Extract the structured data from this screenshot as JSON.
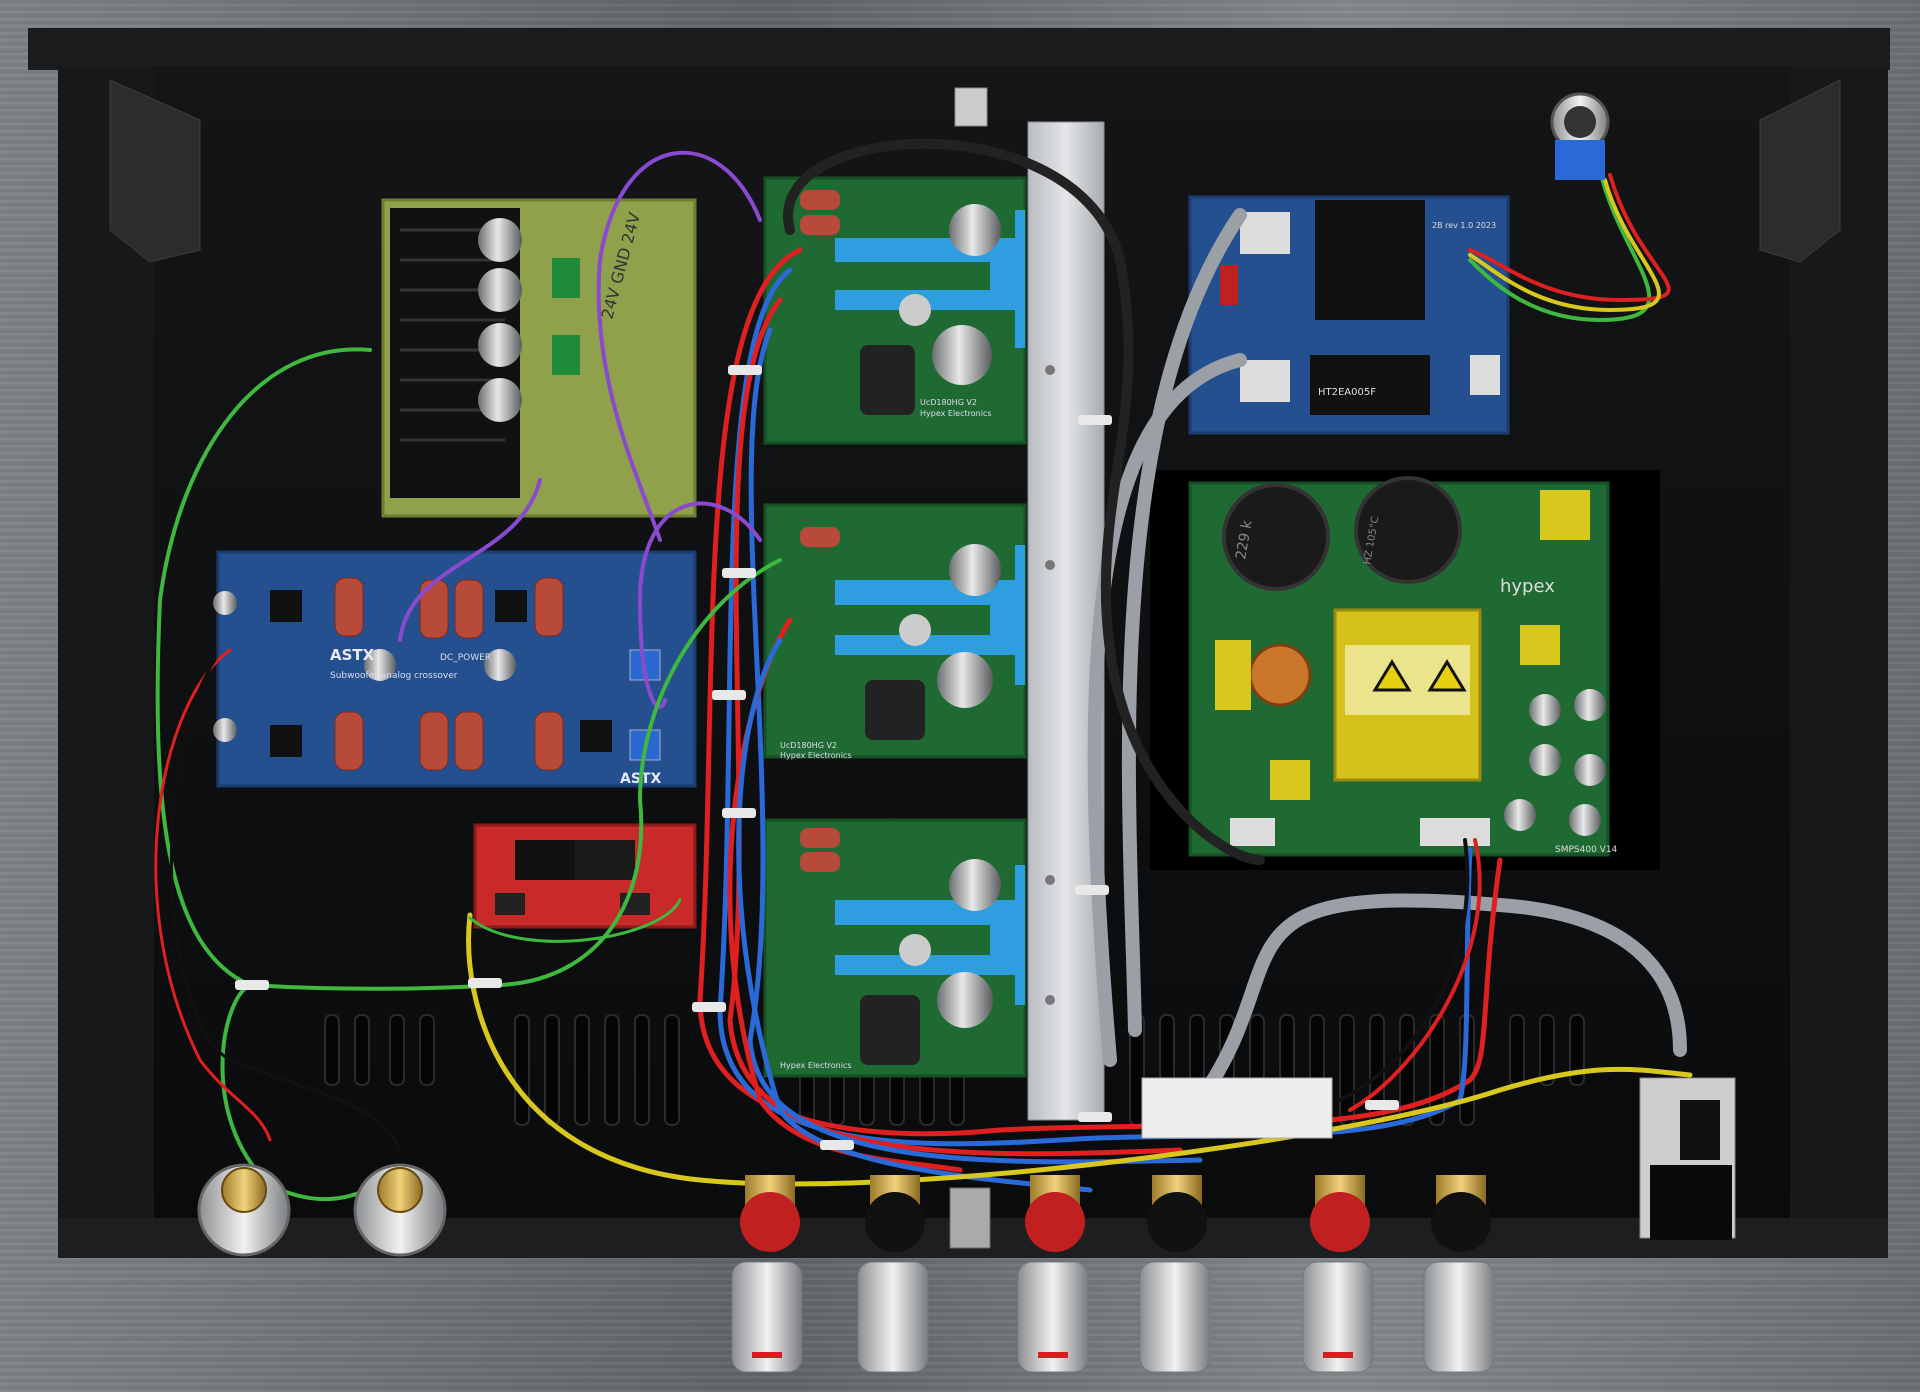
{
  "image": {
    "kind": "photo",
    "subject": "Interior of a stereo amplifier chassis, top view"
  },
  "pcb_labels": {
    "amp_module_silk": "UcD180HG V2",
    "amp_module_maker": "Hypex Electronics",
    "smps_brand": "hypex",
    "smps_model": "SMPS400 V14",
    "smps_cap_value": "229 k",
    "smps_cap_rating": "HZ 105°C",
    "crossover_brand": "ASTX",
    "crossover_title": "Subwoofer analog crossover",
    "crossover_dc_label": "DC_POWER",
    "relay_label": "HT2EA005F",
    "psu_voltage_label": "24V GND 24V",
    "relay_board_text": "2B rev 1.0 2023"
  },
  "colors": {
    "chassis": "#0f1011",
    "pcb_green": "#1f6a33",
    "pcb_blue": "#25508f",
    "pcb_red": "#c82a2a",
    "heatsink_blue": "#2f9ee0",
    "heatsink_alu": "#c9ccd0",
    "wire_red": "#e02020",
    "wire_blue": "#2a6ad8",
    "wire_green": "#3fb83f",
    "wire_yellow": "#d8c81e",
    "wire_purple": "#8a4ad0",
    "wire_grey": "#9aa0a6"
  },
  "icons": {
    "warning": "warning-triangle-icon",
    "power_switch": "power-switch-icon"
  }
}
